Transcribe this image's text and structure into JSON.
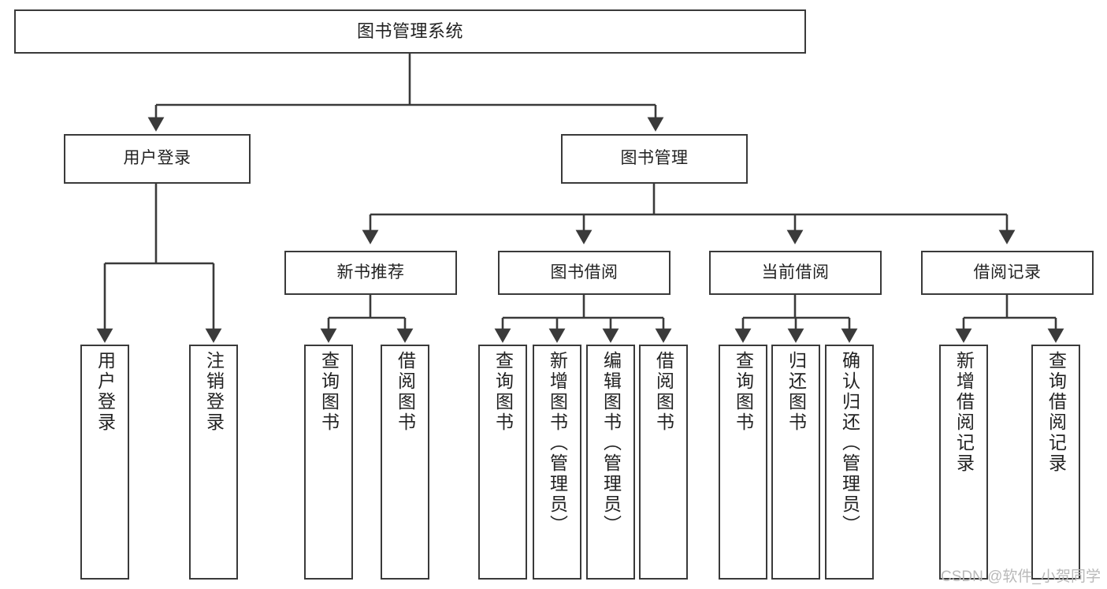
{
  "diagram": {
    "type": "hierarchy-tree",
    "title": "图书管理系统",
    "watermark": "CSDN @软件_小贺同学",
    "colors": {
      "box_stroke": "#3a3a3a",
      "box_fill": "#ffffff",
      "connector": "#3a3a3a",
      "text": "#222222",
      "watermark": "#b9b9b9"
    },
    "levels": {
      "root": {
        "label": "图书管理系统"
      },
      "level2": [
        {
          "id": "user-login",
          "label": "用户登录"
        },
        {
          "id": "book-manage",
          "label": "图书管理"
        }
      ],
      "level3": [
        {
          "id": "new-book-recommend",
          "label": "新书推荐",
          "parent": "book-manage"
        },
        {
          "id": "book-borrow",
          "label": "图书借阅",
          "parent": "book-manage"
        },
        {
          "id": "current-borrow",
          "label": "当前借阅",
          "parent": "book-manage"
        },
        {
          "id": "borrow-record",
          "label": "借阅记录",
          "parent": "book-manage"
        }
      ],
      "leaves": [
        {
          "id": "leaf-user-login",
          "label": "用户登录",
          "parent": "user-login"
        },
        {
          "id": "leaf-logout",
          "label": "注销登录",
          "parent": "user-login"
        },
        {
          "id": "leaf-query-book-1",
          "label": "查询图书",
          "parent": "new-book-recommend"
        },
        {
          "id": "leaf-borrow-book-1",
          "label": "借阅图书",
          "parent": "new-book-recommend"
        },
        {
          "id": "leaf-query-book-2",
          "label": "查询图书",
          "parent": "book-borrow"
        },
        {
          "id": "leaf-add-book",
          "label": "新增图书（管理员）",
          "parent": "book-borrow"
        },
        {
          "id": "leaf-edit-book",
          "label": "编辑图书（管理员）",
          "parent": "book-borrow"
        },
        {
          "id": "leaf-borrow-book-2",
          "label": "借阅图书",
          "parent": "book-borrow"
        },
        {
          "id": "leaf-query-book-3",
          "label": "查询图书",
          "parent": "current-borrow"
        },
        {
          "id": "leaf-return-book",
          "label": "归还图书",
          "parent": "current-borrow"
        },
        {
          "id": "leaf-confirm-return",
          "label": "确认归还（管理员）",
          "parent": "current-borrow"
        },
        {
          "id": "leaf-add-record",
          "label": "新增借阅记录",
          "parent": "borrow-record"
        },
        {
          "id": "leaf-query-record",
          "label": "查询借阅记录",
          "parent": "borrow-record"
        }
      ]
    }
  }
}
